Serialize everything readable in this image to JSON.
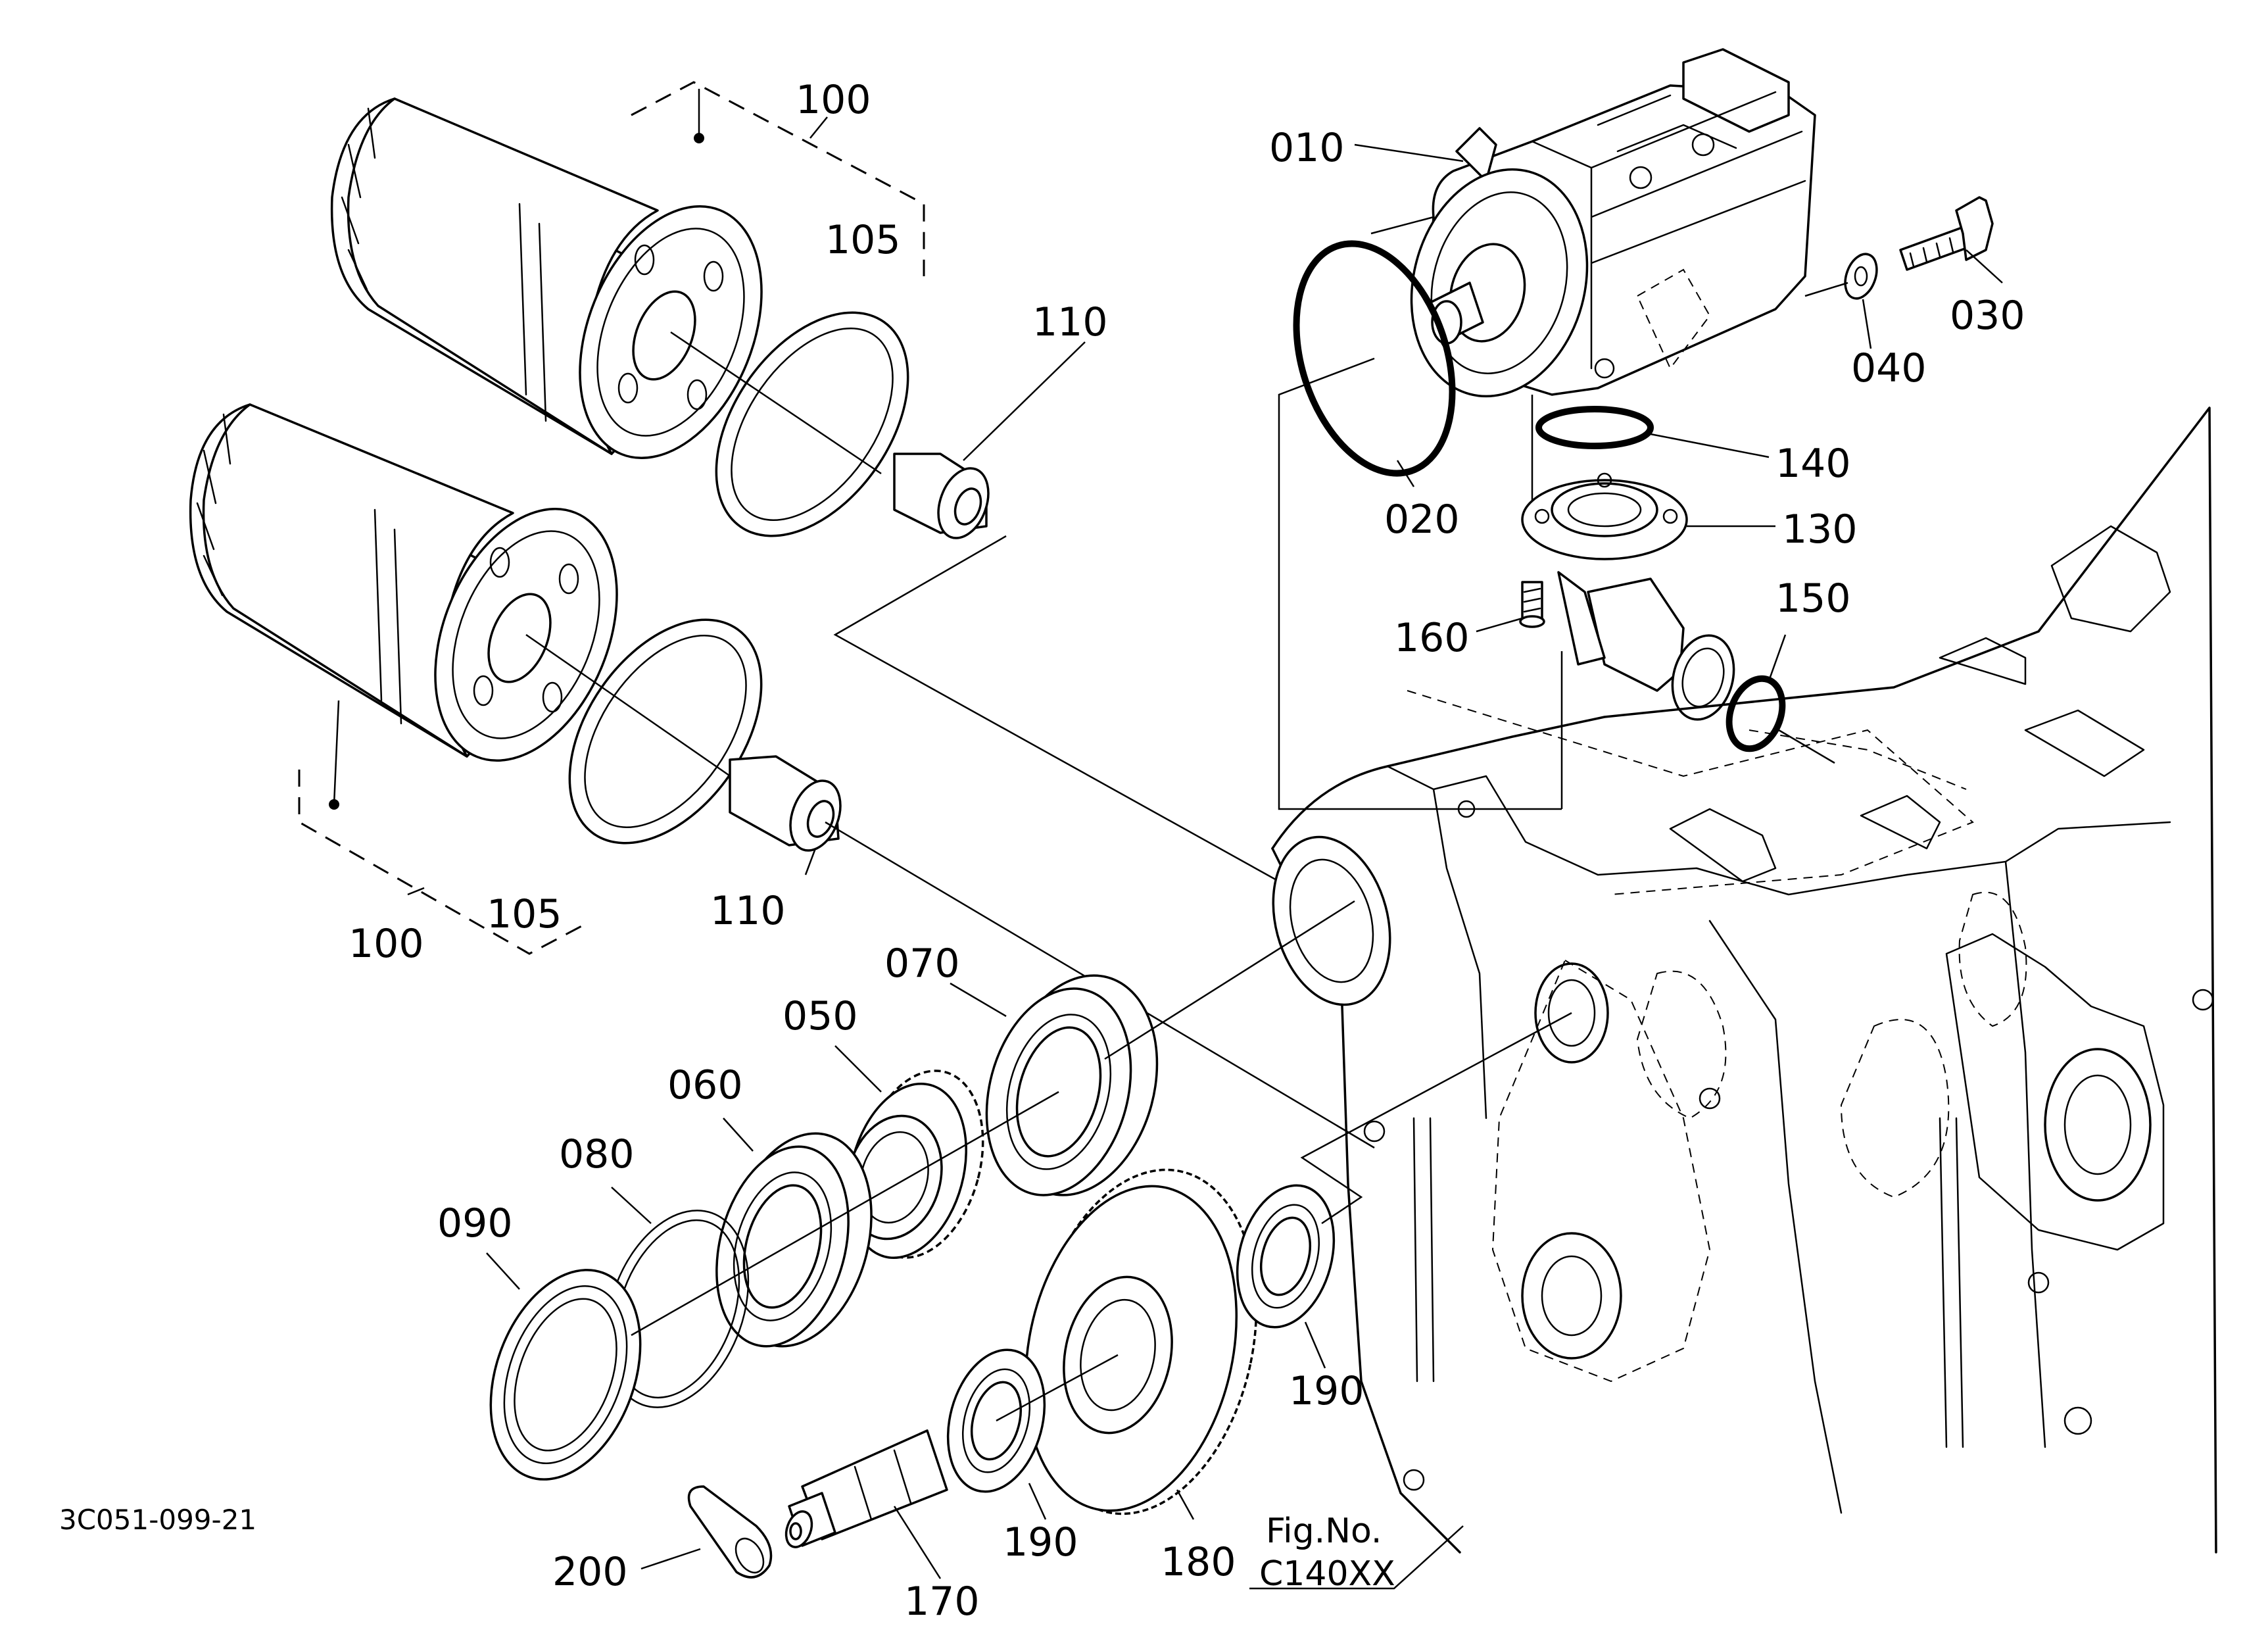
{
  "diagram": {
    "figure_id": "3C051-099-21",
    "fig_no_label": "Fig.No.",
    "fig_no_value": "C140XX",
    "callouts": {
      "c010": "010",
      "c020": "020",
      "c030": "030",
      "c040": "040",
      "c050": "050",
      "c060": "060",
      "c070": "070",
      "c080": "080",
      "c090": "090",
      "c100a": "100",
      "c100b": "100",
      "c105a": "105",
      "c105b": "105",
      "c110a": "110",
      "c110b": "110",
      "c130": "130",
      "c140": "140",
      "c150": "150",
      "c160": "160",
      "c170": "170",
      "c180": "180",
      "c190a": "190",
      "c190b": "190",
      "c200": "200"
    }
  }
}
